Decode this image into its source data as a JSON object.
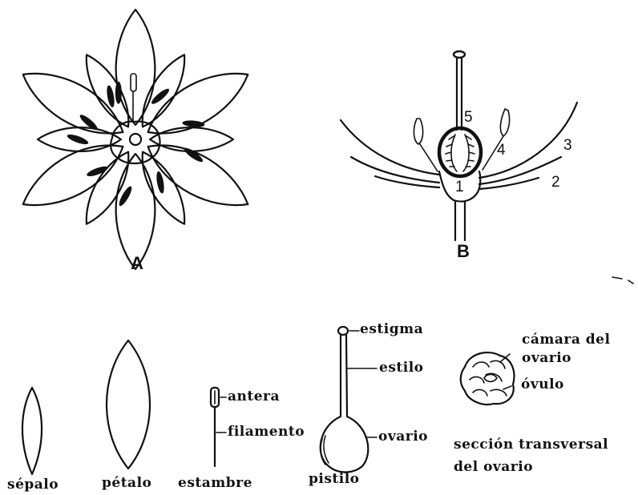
{
  "figure_labels": {
    "a": "A",
    "b": "B"
  },
  "part_numbers": {
    "n1": "1",
    "n2": "2",
    "n3": "3",
    "n4": "4",
    "n5": "5"
  },
  "parts": {
    "sepalo": "sépalo",
    "petalo": "pétalo",
    "estambre": "estambre",
    "antera": "antera",
    "filamento": "filamento",
    "pistilo": "pistilo",
    "estigma": "estigma",
    "estilo": "estilo",
    "ovario": "ovario",
    "camara_line1": "cámara del",
    "camara_line2": "ovario",
    "ovulo": "óvulo",
    "seccion_line1": "sección transversal",
    "seccion_line2": "del ovario"
  }
}
